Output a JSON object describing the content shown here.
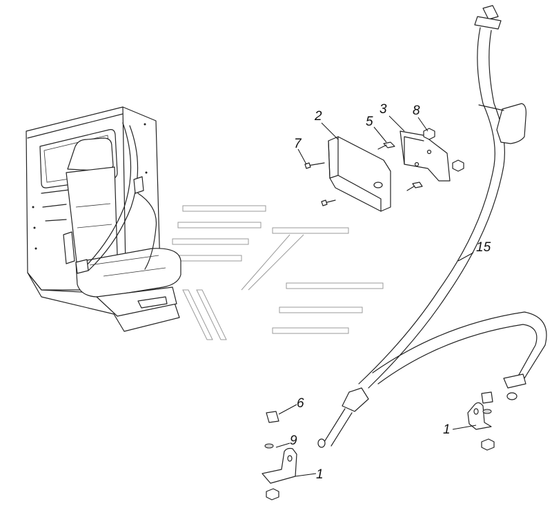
{
  "figure": {
    "callouts": [
      {
        "id": "c2",
        "text": "2"
      },
      {
        "id": "c3",
        "text": "3"
      },
      {
        "id": "c5",
        "text": "5"
      },
      {
        "id": "c7",
        "text": "7"
      },
      {
        "id": "c8",
        "text": "8"
      },
      {
        "id": "c15",
        "text": "15"
      },
      {
        "id": "c6",
        "text": "6"
      },
      {
        "id": "c9",
        "text": "9"
      },
      {
        "id": "c1a",
        "text": "1"
      },
      {
        "id": "c1b",
        "text": "1"
      }
    ]
  }
}
